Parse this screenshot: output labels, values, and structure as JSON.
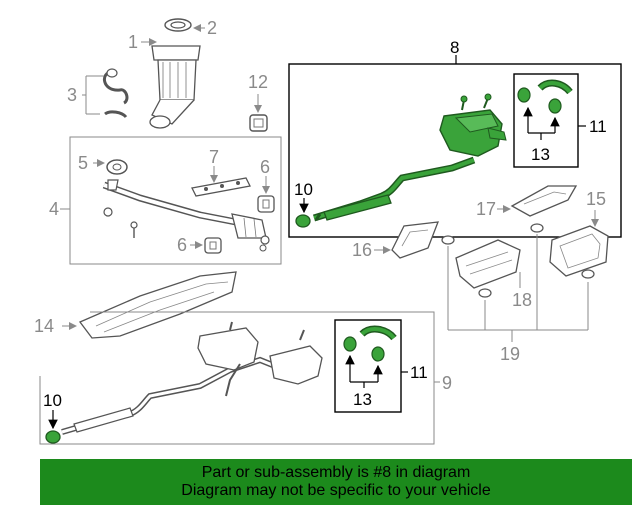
{
  "colors": {
    "highlight": "#3aa33a",
    "outline": "#555555",
    "label_grey": "#8a8a8a",
    "banner": "#1c8a1c"
  },
  "callouts": {
    "c1": "1",
    "c2": "2",
    "c3": "3",
    "c4": "4",
    "c5": "5",
    "c6a": "6",
    "c6b": "6",
    "c7": "7",
    "c8": "8",
    "c9": "9",
    "c10a": "10",
    "c10b": "10",
    "c11a": "11",
    "c11b": "11",
    "c12": "12",
    "c13a": "13",
    "c13b": "13",
    "c14": "14",
    "c15": "15",
    "c16": "16",
    "c17": "17",
    "c18": "18",
    "c19": "19"
  },
  "banner": {
    "line1": "Part or sub-assembly is #8 in diagram",
    "line2": "Diagram may not be specific to your vehicle"
  }
}
